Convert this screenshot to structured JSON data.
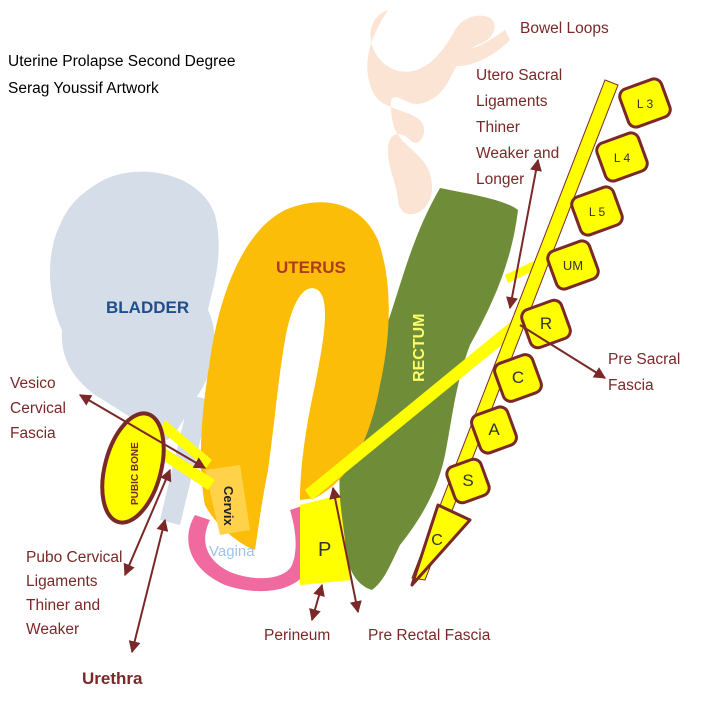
{
  "title_lines": [
    "Uterine Prolapse Second Degree",
    "Serag Youssif Artwork"
  ],
  "organs": {
    "bladder": "BLADDER",
    "uterus": "UTERUS",
    "rectum": "RECTUM",
    "pubic_bone": "PUBIC BONE",
    "cervix": "Cervix",
    "vagina": "Vagina",
    "perineal_body": "P"
  },
  "vertebrae": [
    "L 3",
    "L 4",
    "L 5",
    "UM",
    "R",
    "C",
    "A",
    "S",
    "C"
  ],
  "labels": {
    "bowel_loops": "Bowel Loops",
    "utero_sacral": [
      "Utero Sacral",
      "Ligaments",
      "Thiner",
      "Weaker  and",
      "Longer"
    ],
    "pre_sacral": [
      "Pre Sacral",
      "Fascia"
    ],
    "vesico_cervical": [
      "Vesico",
      "Cervical",
      "Fascia"
    ],
    "pubo_cervical": [
      "Pubo Cervical",
      "Ligaments",
      "Thiner and",
      "Weaker"
    ],
    "urethra": "Urethra",
    "perineum": "Perineum",
    "pre_rectal": "Pre Rectal Fascia"
  },
  "colors": {
    "bladder": "#d4dde8",
    "uterus": "#fbbd08",
    "rectum": "#6f8c38",
    "spine": "#ffff00",
    "bone_outline": "#7a2828",
    "vagina": "#f06aa0",
    "bowel": "#fbe4d4",
    "label": "#7a2828",
    "bladder_text": "#1f4e8c",
    "uterus_text": "#b03a1a"
  }
}
